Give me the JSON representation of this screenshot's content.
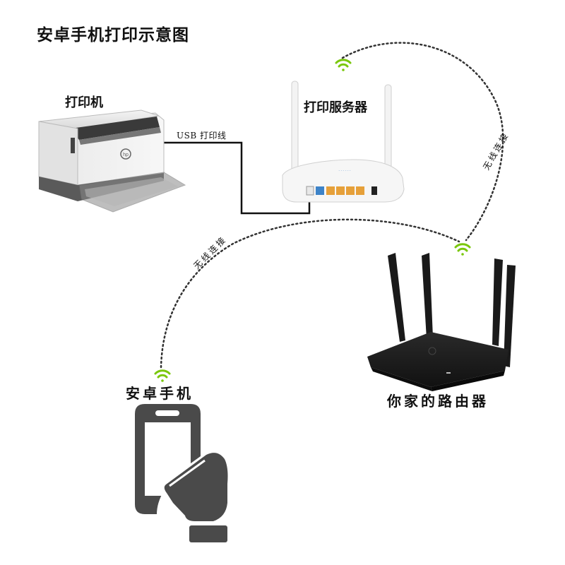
{
  "diagram": {
    "title": "安卓手机打印示意图",
    "nodes": {
      "printer": "打印机",
      "print_server": "打印服务器",
      "phone": "安卓手机",
      "home_router": "你家的路由器"
    },
    "links": {
      "usb_cable": "USB 打印线",
      "wireless_phone_router": "无线连接",
      "wireless_server_router": "无线连接"
    },
    "colors": {
      "wifi": "#7ac70c",
      "cable": "#111111",
      "dotted": "#333333",
      "phone": "#4a4a4a",
      "router": "#1c1c1c"
    }
  }
}
